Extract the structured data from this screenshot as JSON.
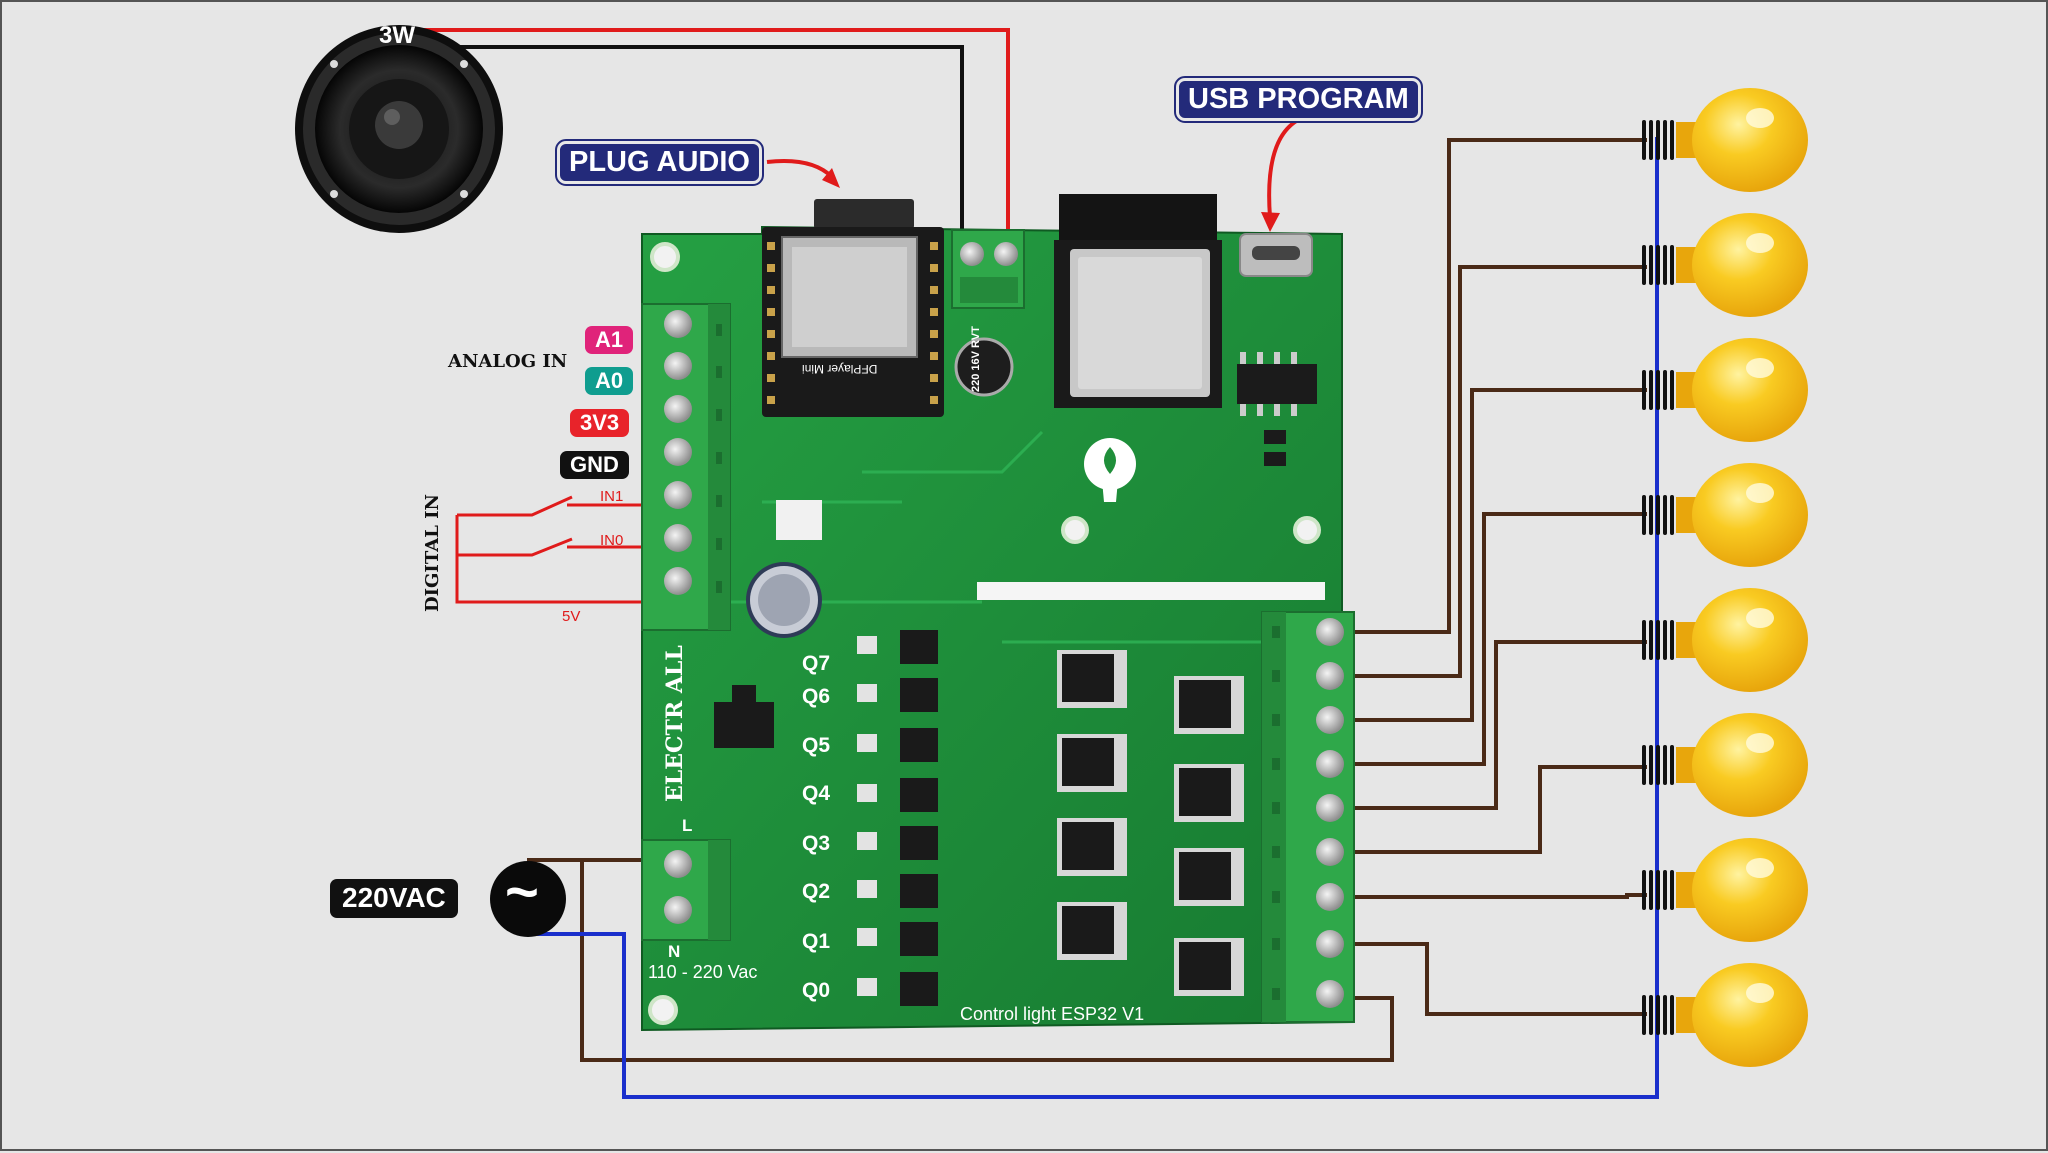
{
  "speaker": {
    "label": "3W"
  },
  "callouts": {
    "plug_audio": "PLUG AUDIO",
    "usb_program": "USB PROGRAM"
  },
  "analog_header": "ANALOG IN",
  "digital_header": "DIGITAL IN",
  "pin_labels": [
    {
      "text": "A1",
      "color": "#e0237a"
    },
    {
      "text": "A0",
      "color": "#0f9d8f"
    },
    {
      "text": "3V3",
      "color": "#e8232a"
    },
    {
      "text": "GND",
      "color": "#111111"
    }
  ],
  "switch_labels": {
    "in1": "IN1",
    "in0": "IN0",
    "v5": "5V"
  },
  "power": {
    "label": "220VAC",
    "symbol": "~"
  },
  "board": {
    "outputs": [
      "Q7",
      "Q6",
      "Q5",
      "Q4",
      "Q3",
      "Q2",
      "Q1",
      "Q0"
    ],
    "input_range": "110 - 220 Vac",
    "terminal_L": "L",
    "terminal_N": "N",
    "name": "Control light ESP32 V1",
    "brand": "ELECTR  ALL",
    "module_text": "DFPlayer Mini",
    "cap_text": "220 16V RVT"
  },
  "colors": {
    "pcb": "#1f8f3a",
    "terminal": "#2fa84a",
    "wire_red": "#e01b1b",
    "wire_black": "#111111",
    "wire_brown": "#4a2a17",
    "wire_blue": "#1a2fcc",
    "bulb": "#f6c21b"
  },
  "bulb_count": 8
}
